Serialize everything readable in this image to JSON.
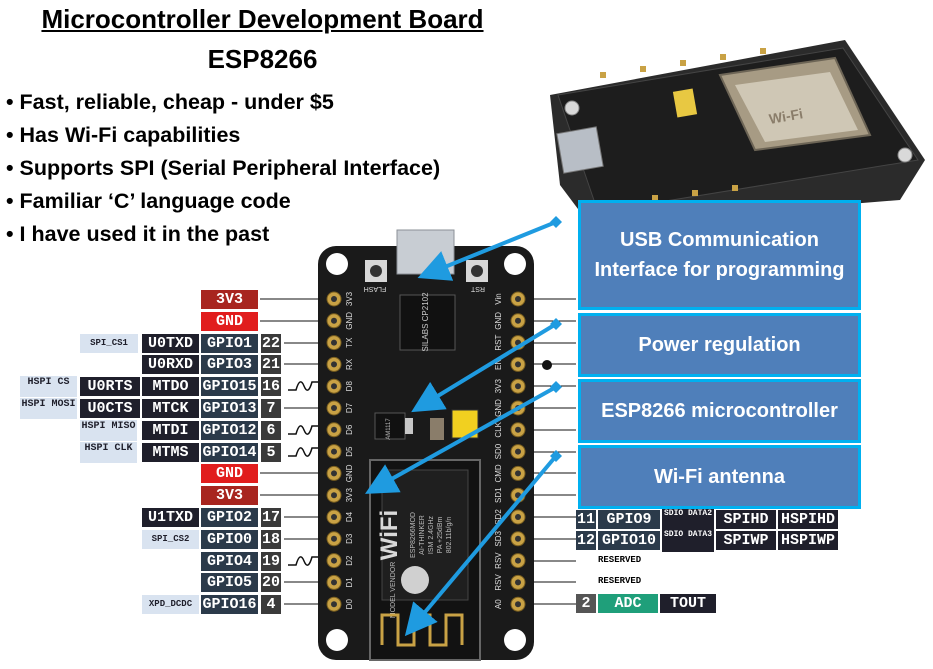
{
  "header": {
    "title": "Microcontroller Development Board",
    "subtitle": "ESP8266"
  },
  "bullets": [
    "Fast, reliable, cheap - under $5",
    "Has Wi-Fi capabilities",
    "Supports SPI (Serial Peripheral Interface)",
    "Familiar ‘C’ language code",
    "I have used it in the past"
  ],
  "callouts": [
    "USB Communication Interface for programming",
    "Power regulation",
    "ESP8266 microcontroller",
    "Wi-Fi antenna"
  ],
  "board": {
    "flash_label": "FLASH",
    "rst_label": "RST",
    "usb_chip": "SILABS CP2102",
    "regulator": "AM1117",
    "module_lines": [
      "ESP8266MOD",
      "AI-THINKER",
      "ISM 2.4GHz",
      "PA +25dBm",
      "802.11b/g/n"
    ],
    "module_logo": "WiFi",
    "model_vendor": "MODEL VENDOR",
    "left_header": [
      "3V3",
      "GND",
      "TX",
      "RX",
      "D8",
      "D7",
      "D6",
      "D5",
      "GND",
      "3V3",
      "D4",
      "D3",
      "D2",
      "D1",
      "D0"
    ],
    "right_header": [
      "Vin",
      "GND",
      "RST",
      "EN",
      "3V3",
      "GND",
      "CLK",
      "SD0",
      "CMD",
      "SD1",
      "SD2",
      "SD3",
      "RSV",
      "RSV",
      "A0"
    ]
  },
  "left_pins": [
    {
      "func": "3V3",
      "kind": "power"
    },
    {
      "func": "GND",
      "kind": "ground"
    },
    {
      "extra": "SPI_CS1",
      "alt": "U0TXD",
      "func": "GPIO1",
      "num": "22"
    },
    {
      "alt": "U0RXD",
      "func": "GPIO3",
      "num": "21"
    },
    {
      "extra": "HSPI CS",
      "alt": "U0RTS",
      "alt2": "MTDO",
      "func": "GPIO15",
      "num": "16",
      "pwm": true
    },
    {
      "extra": "HSPI MOSI",
      "alt": "U0CTS",
      "alt2": "MTCK",
      "func": "GPIO13",
      "num": "7"
    },
    {
      "extra": "HSPI MISO",
      "alt2": "MTDI",
      "func": "GPIO12",
      "num": "6",
      "pwm": true
    },
    {
      "extra": "HSPI CLK",
      "alt2": "MTMS",
      "func": "GPIO14",
      "num": "5",
      "pwm": true
    },
    {
      "func": "GND",
      "kind": "ground"
    },
    {
      "func": "3V3",
      "kind": "power"
    },
    {
      "alt": "U1TXD",
      "func": "GPIO2",
      "num": "17"
    },
    {
      "extra": "SPI_CS2",
      "func": "GPIO0",
      "num": "18"
    },
    {
      "func": "GPIO4",
      "num": "19",
      "pwm": true
    },
    {
      "func": "GPIO5",
      "num": "20"
    },
    {
      "extra": "XPD_DCDC",
      "func": "GPIO16",
      "num": "4"
    }
  ],
  "right_pins": {
    "gpio9": {
      "num": "11",
      "func": "GPIO9",
      "sdio": "SDIO DATA2",
      "alt": "SPIHD",
      "alt2": "HSPIHD"
    },
    "gpio10": {
      "num": "12",
      "func": "GPIO10",
      "sdio": "SDIO DATA3",
      "alt": "SPIWP",
      "alt2": "HSPIWP"
    },
    "reserved": "RESERVED",
    "adc": {
      "num": "2",
      "func": "ADC",
      "alt": "TOUT"
    }
  }
}
